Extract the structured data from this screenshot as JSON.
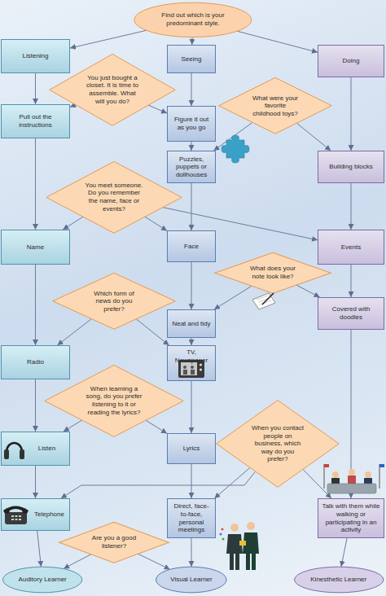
{
  "diagram": {
    "nodes": [
      {
        "text": [
          "Find out which is your predominant style."
        ]
      },
      {
        "text": [
          "Listening"
        ]
      },
      {
        "text": [
          "Seeing"
        ]
      },
      {
        "text": [
          "Doing"
        ]
      },
      {
        "text": [
          "You just bought a closet. It is time to assemble. What will you do?"
        ]
      },
      {
        "text": [
          "What were your favorite childhood toys?"
        ]
      },
      {
        "text": [
          "Pull out the instructions"
        ]
      },
      {
        "text": [
          "Figure it out as you go"
        ]
      },
      {
        "text": [
          "Puzzles, puppets or dollhouses"
        ]
      },
      {
        "text": [
          "Building blocks"
        ]
      },
      {
        "text": [
          "You meet someone. Do you remember the name, face or events?"
        ]
      },
      {
        "text": [
          "Name"
        ]
      },
      {
        "text": [
          "Face"
        ]
      },
      {
        "text": [
          "Events"
        ]
      },
      {
        "text": [
          "What does your note look like?"
        ]
      },
      {
        "text": [
          "Which form of news do you prefer?"
        ]
      },
      {
        "text": [
          "Neat and tidy"
        ]
      },
      {
        "text": [
          "Covered with doodles"
        ]
      },
      {
        "text": [
          "Radio"
        ]
      },
      {
        "text": [
          "TV, Newspaper"
        ]
      },
      {
        "text": [
          "When learning a song, do you prefer listening to it or reading the lyrics?"
        ]
      },
      {
        "text": [
          "When you contact people on business, which way do you prefer?"
        ]
      },
      {
        "text": [
          "Listen"
        ]
      },
      {
        "text": [
          "Lyrics"
        ]
      },
      {
        "text": [
          "Telephone"
        ]
      },
      {
        "text": [
          "Direct, face-to-face, personal meetings"
        ]
      },
      {
        "text": [
          "Talk with them while walking or participating in an activity"
        ]
      },
      {
        "text": [
          "Are you a good listener?"
        ]
      },
      {
        "text": [
          "Auditory Learner"
        ]
      },
      {
        "text": [
          "Visual Learner"
        ]
      },
      {
        "text": [
          "Kinesthetic Learner"
        ]
      }
    ],
    "edges": [
      {
        "from": 0,
        "to": 1,
        "arrow": "to"
      },
      {
        "from": 0,
        "to": 2,
        "arrow": "to"
      },
      {
        "from": 0,
        "to": 3,
        "arrow": "to"
      },
      {
        "from": 1,
        "to": 6,
        "arrow": "to"
      },
      {
        "from": 2,
        "to": 7,
        "arrow": "to"
      },
      {
        "from": 3,
        "to": 9,
        "arrow": "to"
      },
      {
        "from": 4,
        "to": 6,
        "arrow": "to"
      },
      {
        "from": 4,
        "to": 7,
        "arrow": "to"
      },
      {
        "from": 5,
        "to": 8,
        "arrow": "to"
      },
      {
        "from": 5,
        "to": 9,
        "arrow": "to"
      },
      {
        "from": 7,
        "to": 8,
        "arrow": "to"
      },
      {
        "from": 6,
        "to": 11,
        "arrow": "to"
      },
      {
        "from": 8,
        "to": 12,
        "arrow": "to"
      },
      {
        "from": 9,
        "to": 13,
        "arrow": "to"
      },
      {
        "from": 10,
        "to": 11,
        "arrow": "to"
      },
      {
        "from": 10,
        "to": 12,
        "arrow": "to"
      },
      {
        "from": 10,
        "to": 13,
        "arrow": "to"
      },
      {
        "from": 11,
        "to": 18,
        "arrow": "to"
      },
      {
        "from": 12,
        "to": 16,
        "arrow": "to"
      },
      {
        "from": 13,
        "to": 17,
        "arrow": "to"
      },
      {
        "from": 14,
        "to": 16,
        "arrow": "to"
      },
      {
        "from": 14,
        "to": 17,
        "arrow": "to"
      },
      {
        "from": 16,
        "to": 19,
        "arrow": "to"
      },
      {
        "from": 15,
        "to": 18,
        "arrow": "to"
      },
      {
        "from": 15,
        "to": 19,
        "arrow": "to"
      },
      {
        "from": 18,
        "to": 22,
        "arrow": "to"
      },
      {
        "from": 19,
        "to": 23,
        "arrow": "to"
      },
      {
        "from": 17,
        "to": 26,
        "arrow": "to"
      },
      {
        "from": 20,
        "to": 22,
        "arrow": "to"
      },
      {
        "from": 20,
        "to": 23,
        "arrow": "to"
      },
      {
        "from": 22,
        "to": 24,
        "arrow": "to"
      },
      {
        "from": 23,
        "to": 25,
        "arrow": "to"
      },
      {
        "from": 21,
        "to": 24,
        "arrow": "to"
      },
      {
        "from": 21,
        "to": 25,
        "arrow": "to"
      },
      {
        "from": 21,
        "to": 26,
        "arrow": "to"
      },
      {
        "from": 24,
        "to": 28,
        "arrow": "to"
      },
      {
        "from": 25,
        "to": 29,
        "arrow": "to"
      },
      {
        "from": 26,
        "to": 30,
        "arrow": "to"
      },
      {
        "from": 27,
        "to": 28,
        "arrow": "to"
      },
      {
        "from": 27,
        "to": 29,
        "arrow": "to"
      }
    ]
  }
}
